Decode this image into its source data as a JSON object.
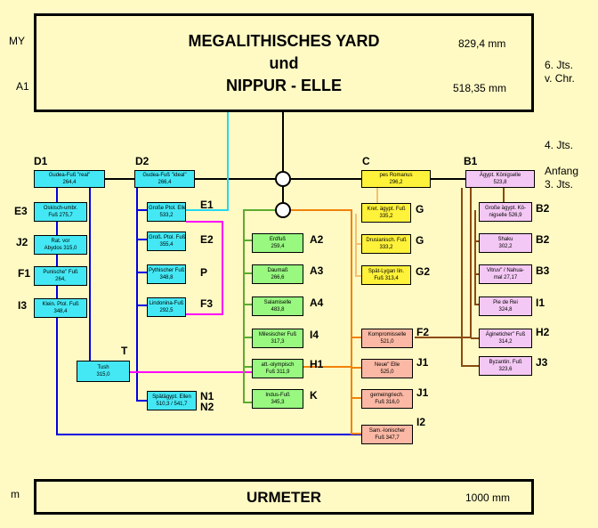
{
  "header": {
    "left_label_top": "MY",
    "left_label_bottom": "A1",
    "line1": "MEGALITHISCHES   YARD",
    "line2": "und",
    "line3": "NIPPUR - ELLE",
    "value_top": "829,4 mm",
    "value_bottom": "518,35 mm"
  },
  "timeline": {
    "t1a": "6. Jts.",
    "t1b": "v. Chr.",
    "t2": "4. Jts.",
    "t3a": "Anfang",
    "t3b": "3. Jts."
  },
  "footer": {
    "left_label": "m",
    "title": "URMETER",
    "value": "1000 mm"
  },
  "labels": {
    "D1": "D1",
    "D2": "D2",
    "C": "C",
    "B1": "B1",
    "E3": "E3",
    "J2": "J2",
    "F1": "F1",
    "I3": "I3",
    "E1": "E1",
    "E2": "E2",
    "P": "P",
    "F3": "F3",
    "T": "T",
    "N1": "N1",
    "N2": "N2",
    "A2": "A2",
    "A3": "A3",
    "A4": "A4",
    "I4": "I4",
    "H1": "H1",
    "K": "K",
    "G_a": "G",
    "G_b": "G",
    "G2": "G2",
    "F2": "F2",
    "J1_a": "J1",
    "J1_b": "J1",
    "I2": "I2",
    "B2_a": "B2",
    "B2_b": "B2",
    "B3": "B3",
    "I1": "I1",
    "H2": "H2",
    "J3": "J3"
  },
  "boxes": {
    "d1": {
      "l1": "Gudea-Fuß \"real\"",
      "l2": "264,4"
    },
    "d2": {
      "l1": "Gudea-Fuß \"ideal\"",
      "l2": "266,4"
    },
    "c": {
      "l1": "pes Romanus",
      "l2": "296,2"
    },
    "b1": {
      "l1": "Ägypt. Königselle",
      "l2": "523,8"
    },
    "e3": {
      "l1": "Oskisch-umbr.",
      "l2": "Fuß   275,7"
    },
    "j2": {
      "l1": "Rat. vor",
      "l2": "Abydos  315,0"
    },
    "f1": {
      "l1": "Punische\" Fuß",
      "l2": "264,"
    },
    "i3": {
      "l1": "Klein. Ptol. Fuß",
      "l2": "348,4"
    },
    "e1": {
      "l1": "Große Ptol. Elle",
      "l2": "533,2"
    },
    "e2": {
      "l1": "Groß. Ptol. Fuß",
      "l2": "355,4"
    },
    "p": {
      "l1": "Pythischer Fuß",
      "l2": "348,8"
    },
    "f3": {
      "l1": "Lindonina-Fuß",
      "l2": "292,5"
    },
    "tus": {
      "l1": "Tush",
      "l2": "315,0"
    },
    "n": {
      "l1": "Spätägypt. Ellen",
      "l2": "510,3 / 541,7"
    },
    "a2": {
      "l1": "Erdfuß",
      "l2": "259,4"
    },
    "a3": {
      "l1": "Daumaß",
      "l2": "266,6"
    },
    "a4": {
      "l1": "Salamiselle",
      "l2": "483,8"
    },
    "i4": {
      "l1": "Milesischer Fuß",
      "l2": "317,3"
    },
    "h1": {
      "l1": "att.-olympisch",
      "l2": "Fuß  311,9"
    },
    "k": {
      "l1": "Indus-Fuß",
      "l2": "345,3"
    },
    "g1": {
      "l1": "Kret. ägypt. Fuß",
      "l2": "335,2"
    },
    "g2": {
      "l1": "Drusianisch. Fuß",
      "l2": "333,2"
    },
    "g3": {
      "l1": "Spät-Lygan Iin.",
      "l2": "Fuß  313,4"
    },
    "f2": {
      "l1": "Kompromisselle",
      "l2": "521,0"
    },
    "j1a": {
      "l1": "Neue\" Elle",
      "l2": "525,0"
    },
    "j1b": {
      "l1": "gemeingriech.",
      "l2": "Fuß  316,0"
    },
    "i2": {
      "l1": "Sam.-Ionischer",
      "l2": "Fuß  347,7"
    },
    "b2a": {
      "l1": "Große ägypt. Kö-",
      "l2": "nigselle  526,9"
    },
    "b2b": {
      "l1": "Shaku",
      "l2": "302,2"
    },
    "b3": {
      "l1": "Vitruv\" / Nahua-",
      "l2": "mal  27,17"
    },
    "i1": {
      "l1": "Pie de Rei",
      "l2": "324,8"
    },
    "h2": {
      "l1": "Ägineticher\" Fuß",
      "l2": "314,2"
    },
    "j3": {
      "l1": "Byzantin. Fuß",
      "l2": "323,6"
    }
  }
}
